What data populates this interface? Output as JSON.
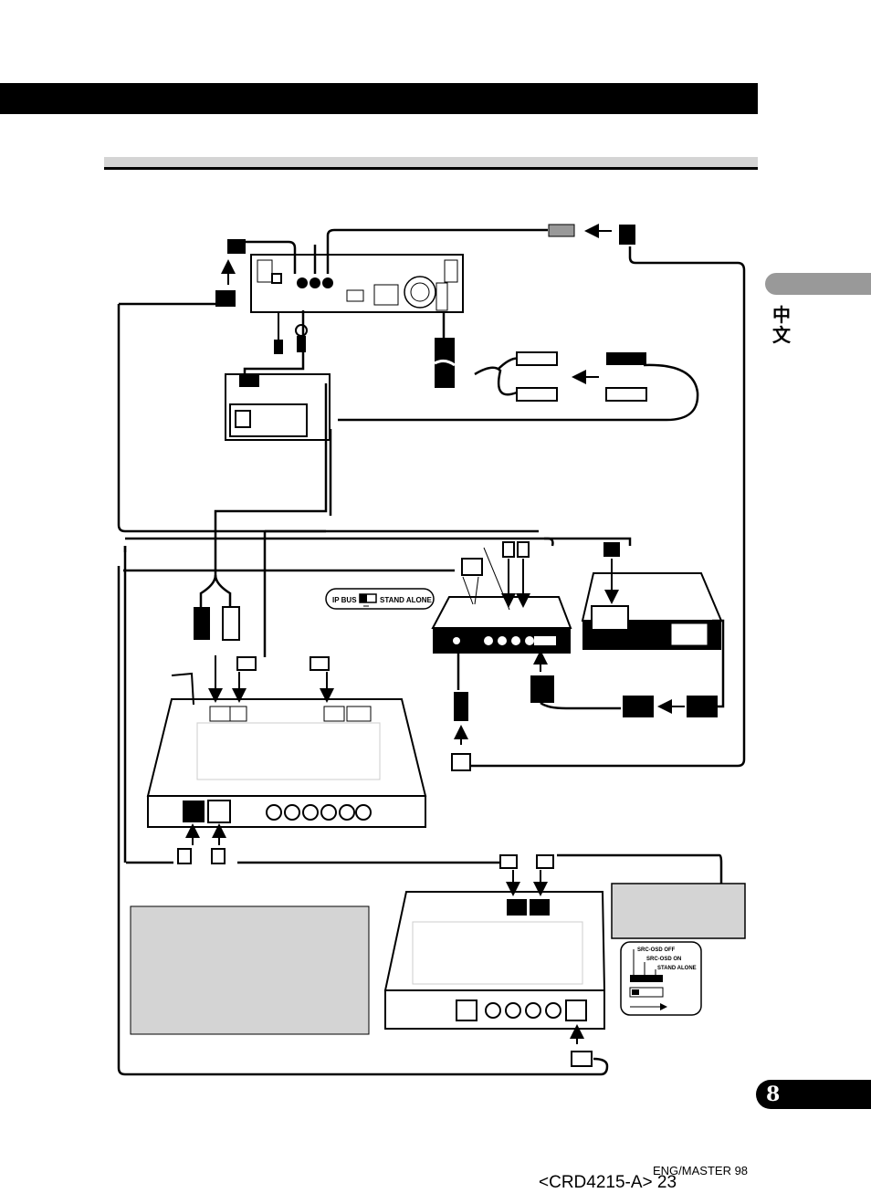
{
  "side_tab": {
    "language": "中文"
  },
  "diagram": {
    "switch_ipbus_label": "IP BUS",
    "switch_standalone_label": "STAND ALONE",
    "osd_switch_src_off": "SRC-OSD OFF",
    "osd_switch_src_on": "SRC-OSD ON",
    "osd_switch_standalone": "STAND ALONE"
  },
  "page": {
    "number": "8"
  },
  "footer": {
    "master": "ENG/MASTER 98",
    "code": "<CRD4215-A> 23"
  }
}
